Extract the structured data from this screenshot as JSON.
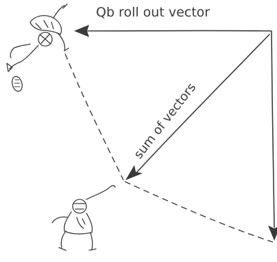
{
  "diagram": {
    "labels": {
      "qb_vector": "Qb roll out vector",
      "sum": "sum of vectors"
    },
    "ink_color": "#3a3a3a",
    "background": "#ffffff",
    "figures": [
      "quarterback-figure",
      "football",
      "receiver-figure"
    ]
  }
}
